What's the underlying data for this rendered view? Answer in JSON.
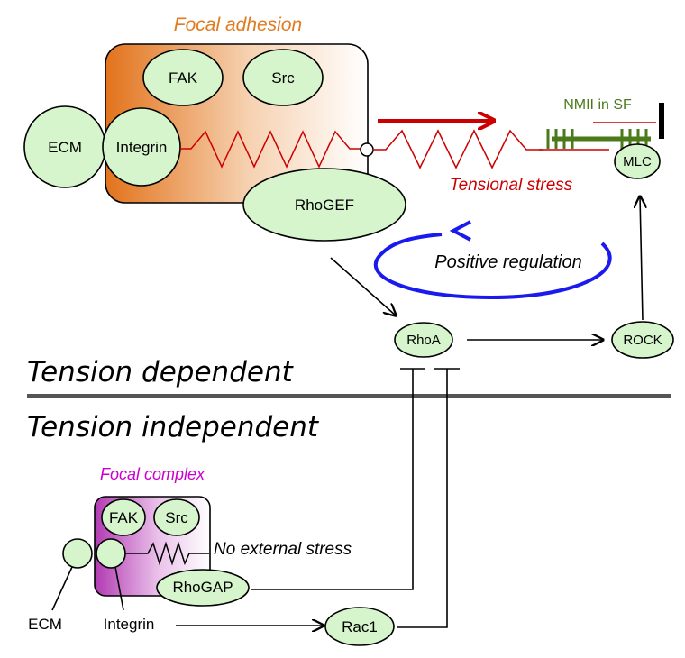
{
  "focal_adhesion": {
    "title": "Focal adhesion",
    "fak": "FAK",
    "src": "Src",
    "ecm": "ECM",
    "integrin": "Integrin",
    "rhogef": "RhoGEF"
  },
  "stress": {
    "tensional_stress": "Tensional stress",
    "positive_regulation": "Positive regulation",
    "nmii_in_sf": "NMII in SF",
    "mlc": "MLC"
  },
  "pathway": {
    "rhoa": "RhoA",
    "rock": "ROCK",
    "rac1": "Rac1"
  },
  "sections": {
    "tension_dependent": "Tension dependent",
    "tension_independent": "Tension independent"
  },
  "focal_complex": {
    "title": "Focal complex",
    "fak": "FAK",
    "src": "Src",
    "rhogap": "RhoGAP",
    "no_external_stress": "No external stress",
    "ecm": "ECM",
    "integrin": "Integrin"
  },
  "colors": {
    "focal_adhesion_title": "#e07b1f",
    "focal_complex_title": "#cc00cc",
    "tension_red": "#cc0000",
    "regulation_blue": "#1a1aee",
    "nmii_green": "#4a7a1a",
    "node_fill": "#d6f5cc"
  }
}
